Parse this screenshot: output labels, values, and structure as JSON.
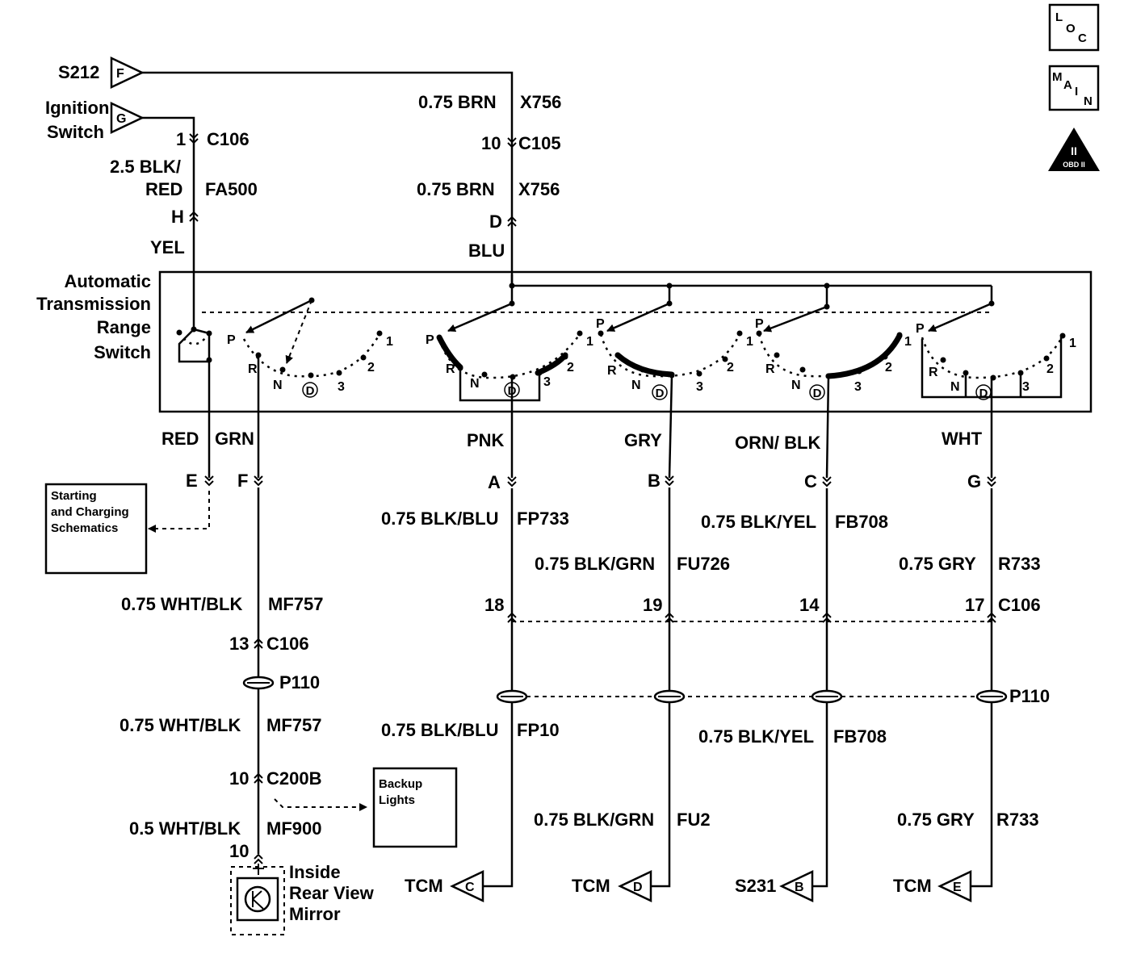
{
  "icons": {
    "loc": [
      "L",
      "O",
      "C"
    ],
    "main": [
      "M",
      "A",
      "I",
      "N"
    ],
    "obd": [
      "II",
      "OBD II"
    ]
  },
  "source_top": {
    "label": "S212",
    "flag": "F"
  },
  "ignition": {
    "line1": "Ignition",
    "line2": "Switch",
    "flag": "G"
  },
  "left_feed": {
    "pin1": "1",
    "conn1": "C106",
    "wire1": "2.5 BLK/",
    "wire1b": "RED",
    "circuit1": "FA500",
    "pinH": "H",
    "color": "YEL"
  },
  "center_feed": {
    "wire_a": "0.75 BRN",
    "circuit_a": "X756",
    "pin10": "10",
    "conn": "C105",
    "wire_b": "0.75 BRN",
    "circuit_b": "X756",
    "pinD": "D",
    "color": "BLU"
  },
  "switch": {
    "line1": "Automatic",
    "line2": "Transmission",
    "line3": "Range",
    "line4": "Switch",
    "pos": {
      "P": "P",
      "R": "R",
      "N": "N",
      "D": "D",
      "three": "3",
      "two": "2",
      "one": "1"
    }
  },
  "outputs": [
    {
      "color": "RED",
      "pin": "E"
    },
    {
      "color": "GRN",
      "pin": "F"
    },
    {
      "color": "PNK",
      "pin": "A"
    },
    {
      "color": "GRY",
      "pin": "B"
    },
    {
      "color": "ORN/ BLK",
      "pin": "C"
    },
    {
      "color": "WHT",
      "pin": "G"
    }
  ],
  "starting": {
    "line1": "Starting",
    "line2": "and Charging",
    "line3": "Schematics"
  },
  "mid_wires": {
    "a": {
      "wire": "0.75 BLK/BLU",
      "circuit": "FP733"
    },
    "b": {
      "wire": "0.75 BLK/GRN",
      "circuit": "FU726"
    },
    "c": {
      "wire": "0.75 BLK/YEL",
      "circuit": "FB708"
    },
    "g": {
      "wire": "0.75 GRY",
      "circuit": "R733"
    }
  },
  "c106_pins": {
    "f": "13",
    "a": "18",
    "b": "19",
    "c": "14",
    "g": "17",
    "conn": "C106"
  },
  "left_chain": {
    "wire1": "0.75 WHT/BLK",
    "circuit1": "MF757",
    "pin13": "13",
    "conn1": "C106",
    "p110": "P110",
    "wire2": "0.75 WHT/BLK",
    "circuit2": "MF757",
    "pin10": "10",
    "conn2": "C200B",
    "wire3": "0.5 WHT/BLK",
    "circuit3": "MF900",
    "pin10b": "10"
  },
  "backup": {
    "line1": "Backup",
    "line2": "Lights"
  },
  "mirror": {
    "line1": "Inside",
    "line2": "Rear View",
    "line3": "Mirror"
  },
  "p110_right": "P110",
  "low_wires": {
    "a": {
      "wire": "0.75 BLK/BLU",
      "circuit": "FP10"
    },
    "b": {
      "wire": "0.75 BLK/GRN",
      "circuit": "FU2"
    },
    "c": {
      "wire": "0.75 BLK/YEL",
      "circuit": "FB708"
    },
    "g": {
      "wire": "0.75 GRY",
      "circuit": "R733"
    }
  },
  "terminals": [
    {
      "label": "TCM",
      "flag": "C"
    },
    {
      "label": "TCM",
      "flag": "D"
    },
    {
      "label": "S231",
      "flag": "B"
    },
    {
      "label": "TCM",
      "flag": "E"
    }
  ]
}
